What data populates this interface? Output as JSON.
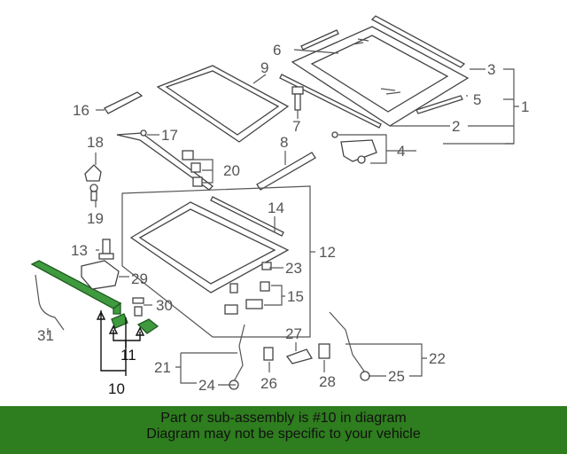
{
  "callouts": {
    "c1": "1",
    "c2": "2",
    "c3": "3",
    "c4": "4",
    "c5": "5",
    "c6": "6",
    "c7": "7",
    "c8": "8",
    "c9": "9",
    "c10": "10",
    "c11": "11",
    "c12": "12",
    "c13": "13",
    "c14": "14",
    "c15": "15",
    "c16": "16",
    "c17": "17",
    "c18": "18",
    "c19": "19",
    "c20": "20",
    "c21": "21",
    "c22": "22",
    "c23": "23",
    "c24": "24",
    "c25": "25",
    "c26": "26",
    "c27": "27",
    "c28": "28",
    "c29": "29",
    "c30": "30",
    "c31": "31"
  },
  "highlight_color": "#3f9a3f",
  "banner": {
    "line1": "Part or sub-assembly is #10 in diagram",
    "line2": "Diagram may not be specific to your vehicle",
    "background": "#2e7d1e"
  }
}
